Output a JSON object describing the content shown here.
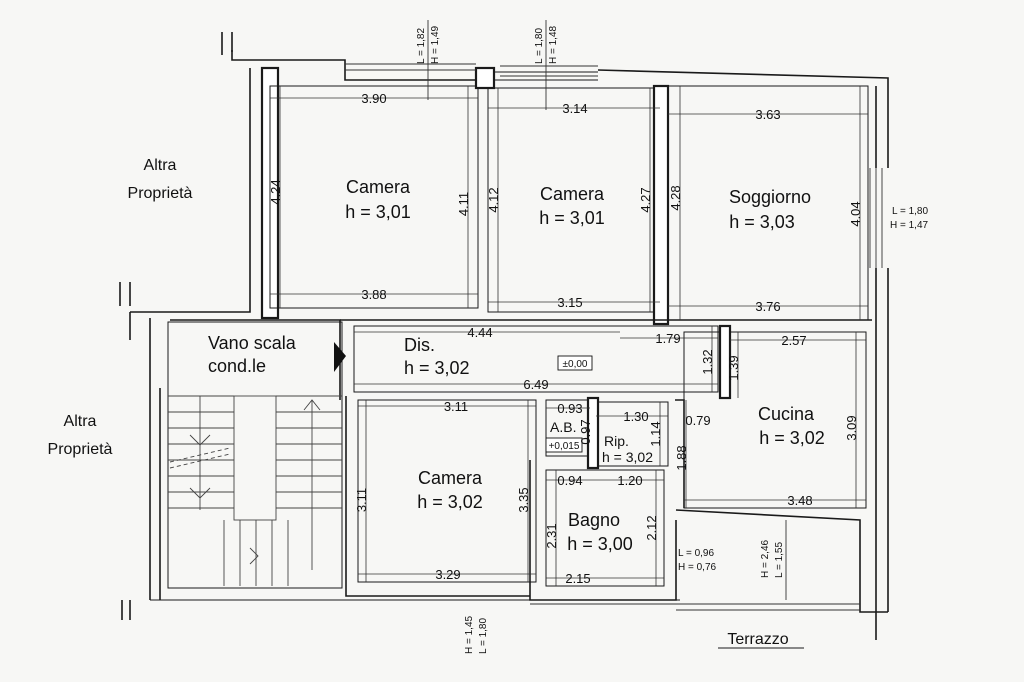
{
  "rooms": {
    "camera1": {
      "name": "Camera",
      "h": "h = 3,01"
    },
    "camera2": {
      "name": "Camera",
      "h": "h = 3,01"
    },
    "soggiorno": {
      "name": "Soggiorno",
      "h": "h = 3,03"
    },
    "dis": {
      "name": "Dis.",
      "h": "h = 3,02"
    },
    "vano_scala": {
      "line1": "Vano scala",
      "line2": "cond.le"
    },
    "cucina": {
      "name": "Cucina",
      "h": "h = 3,02"
    },
    "camera3": {
      "name": "Camera",
      "h": "h = 3,02"
    },
    "bagno": {
      "name": "Bagno",
      "h": "h = 3,00"
    },
    "ab": {
      "name": "A.B."
    },
    "rip": {
      "name": "Rip.",
      "h": "h = 3,02"
    }
  },
  "labels": {
    "altra1_l1": "Altra",
    "altra1_l2": "Proprietà",
    "altra2_l1": "Altra",
    "altra2_l2": "Proprietà",
    "terrazzo": "Terrazzo",
    "level": "±0,00",
    "level_ab": "+0,015"
  },
  "dims": {
    "c1_top": "3.90",
    "c1_bottom": "3.88",
    "c1_left": "4.24",
    "c1_right": "4.11",
    "c2_top": "3.14",
    "c2_bottom": "3.15",
    "c2_left": "4.12",
    "c2_right": "4.27",
    "s_top": "3.63",
    "s_bottom": "3.76",
    "s_left": "4.28",
    "s_right": "4.04",
    "dis_top": "4.44",
    "dis_top2": "1.79",
    "dis_bottom": "6.49",
    "dis_right": "1.32",
    "k_top": "2.57",
    "k_left": "1.39",
    "k_right": "3.09",
    "k_bottom": "3.48",
    "k_inner1": "0.79",
    "k_inner2": "1.88",
    "c3_top": "3.11",
    "c3_left": "3.11",
    "c3_right": "3.35",
    "c3_bottom": "3.29",
    "ab_top": "0.93",
    "ab_side": "0.97",
    "rip_top": "1.30",
    "rip_side": "1.14",
    "b_top1": "0.94",
    "b_top2": "1.20",
    "b_left": "2.31",
    "b_right": "2.12",
    "b_bottom": "2.15"
  },
  "windows": {
    "w1_l": "L = 1,82",
    "w1_h": "H = 1,49",
    "w2_l": "L = 1,80",
    "w2_h": "H = 1,48",
    "w3_l": "L = 1,80",
    "w3_h": "H = 1,47",
    "w4_l": "L = 0,96",
    "w4_h": "H = 0,76",
    "w5_l": "L = 1,55",
    "w5_h": "H = 2,46",
    "w6_l": "L = 1,80",
    "w6_h": "H = 1,45"
  }
}
